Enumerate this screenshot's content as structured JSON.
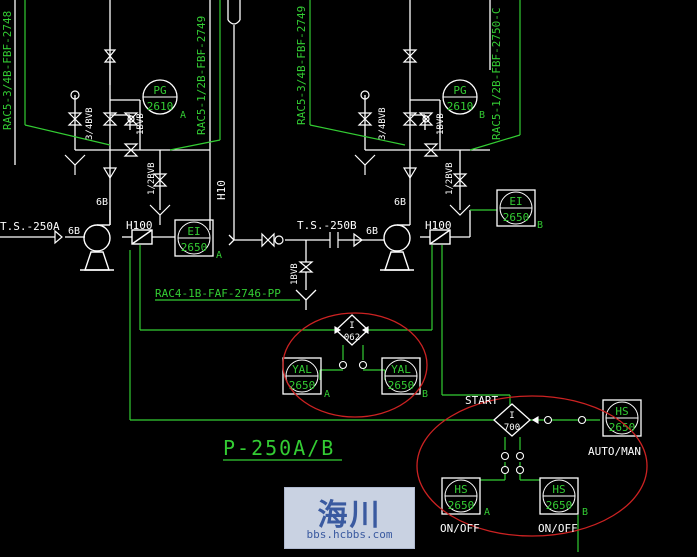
{
  "colors": {
    "background": "#000000",
    "line_white": "#ffffff",
    "line_green": "#33cc33",
    "text_green": "#33cc33",
    "cloud_red": "#cc2222"
  },
  "pipes": {
    "top_left": "RAC5-3/4B-FBF-2748",
    "top_left_2": "RAC5-1/2B-FBF-2749",
    "top_right": "RAC5-3/4B-FBF-2749",
    "top_right_2": "RAC5-1/2B-FBF-2750-C",
    "bottom": "RAC4-1B-FAF-2746-PP"
  },
  "labels": {
    "ts_a": "T.S.-250A",
    "ts_b": "T.S.-250B",
    "h100_a": "H100",
    "h100_b": "H100",
    "h10_top": "H10",
    "size_6b_1": "6B",
    "size_6b_2": "6B",
    "size_6b_3": "6B",
    "size_6b_4": "6B",
    "v_34b_a": "3/4BVB",
    "v_1bv_a": "1BVB",
    "v_12bvb_a": "1/2BVB",
    "v_34b_b": "3/4BVB",
    "v_1bv_b": "1BVB",
    "v_12bvb_b": "1/2BVB",
    "v_1bvb_mid": "1BVB",
    "start": "START",
    "auto_man": "AUTO/MAN",
    "on_off_a": "ON/OFF",
    "on_off_b": "ON/OFF",
    "equipment_tag": "P-250A/B"
  },
  "instruments": {
    "pg_a": {
      "tag": "PG",
      "num": "2610",
      "suffix": "A"
    },
    "pg_b": {
      "tag": "PG",
      "num": "2610",
      "suffix": "B"
    },
    "ei_a": {
      "tag": "EI",
      "num": "2650",
      "suffix": "A"
    },
    "ei_b": {
      "tag": "EI",
      "num": "2650",
      "suffix": "B"
    },
    "yal_a": {
      "tag": "YAL",
      "num": "2650",
      "suffix": "A"
    },
    "yal_b": {
      "tag": "YAL",
      "num": "2650",
      "suffix": "B"
    },
    "hs_auto": {
      "tag": "HS",
      "num": "2650"
    },
    "hs_a": {
      "tag": "HS",
      "num": "2650",
      "suffix": "A"
    },
    "hs_b": {
      "tag": "HS",
      "num": "2650",
      "suffix": "B"
    },
    "logic_062": {
      "tag": "I",
      "num": "062"
    },
    "logic_700": {
      "tag": "I",
      "num": "700"
    }
  },
  "watermark": {
    "title": "海川",
    "url": "bbs.hcbbs.com"
  }
}
